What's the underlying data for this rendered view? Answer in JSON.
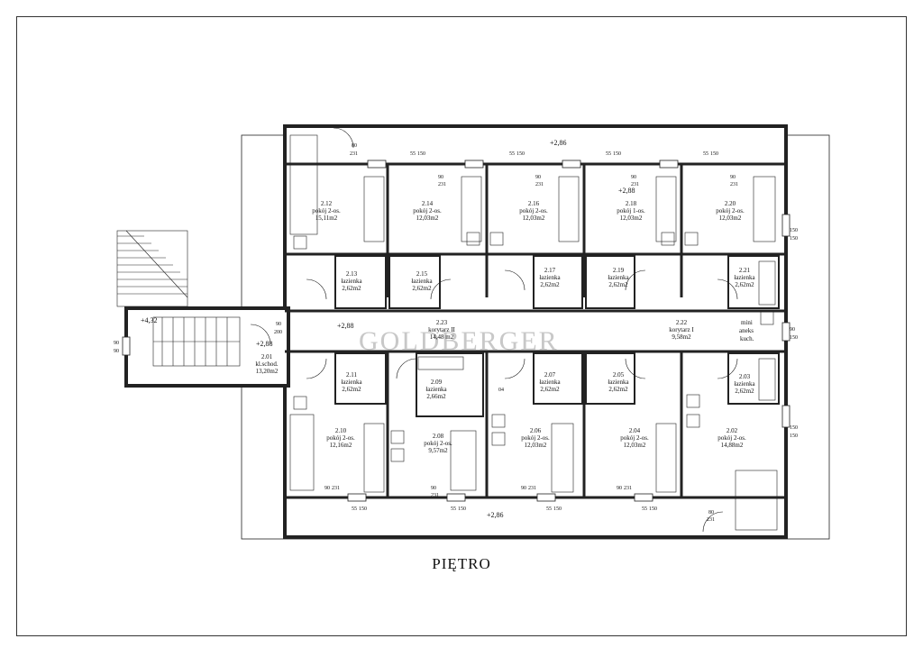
{
  "title": "PIĘTRO",
  "watermark": "GOLDBERGER",
  "rooms": [
    {
      "id": "r212",
      "num": "2.12",
      "name": "pokój 2-os.",
      "area": "15,11m2"
    },
    {
      "id": "r214",
      "num": "2.14",
      "name": "pokój 2-os.",
      "area": "12,03m2"
    },
    {
      "id": "r216",
      "num": "2.16",
      "name": "pokój 2-os.",
      "area": "12,03m2"
    },
    {
      "id": "r218",
      "num": "2.18",
      "name": "pokój 1-os.",
      "area": "12,03m2"
    },
    {
      "id": "r220",
      "num": "2.20",
      "name": "pokój 2-os.",
      "area": "12,03m2"
    },
    {
      "id": "r213",
      "num": "2.13",
      "name": "łazienka",
      "area": "2,62m2"
    },
    {
      "id": "r215",
      "num": "2.15",
      "name": "łazienka",
      "area": "2,62m2"
    },
    {
      "id": "r217",
      "num": "2.17",
      "name": "łazienka",
      "area": "2,62m2"
    },
    {
      "id": "r219",
      "num": "2.19",
      "name": "łazienka",
      "area": "2,62m2"
    },
    {
      "id": "r221",
      "num": "2.21",
      "name": "łazienka",
      "area": "2,62m2"
    },
    {
      "id": "r223",
      "num": "2.23",
      "name": "korytarz II",
      "area": "14,48 m2"
    },
    {
      "id": "r222",
      "num": "2.22",
      "name": "korytarz I",
      "area": "9,58m2"
    },
    {
      "id": "r201",
      "num": "2.01",
      "name": "kl.schod.",
      "area": "13,20m2"
    },
    {
      "id": "r211",
      "num": "2.11",
      "name": "łazienka",
      "area": "2,62m2"
    },
    {
      "id": "r209",
      "num": "2.09",
      "name": "łazienka",
      "area": "2,66m2"
    },
    {
      "id": "r207",
      "num": "2.07",
      "name": "łazienka",
      "area": "2,62m2"
    },
    {
      "id": "r205",
      "num": "2.05",
      "name": "łazienka",
      "area": "2,62m2"
    },
    {
      "id": "r203",
      "num": "2.03",
      "name": "łazienka",
      "area": "2,62m2"
    },
    {
      "id": "r210",
      "num": "2.10",
      "name": "pokój 2-os.",
      "area": "12,16m2"
    },
    {
      "id": "r208",
      "num": "2.08",
      "name": "pokój 2-os.",
      "area": "9,57m2"
    },
    {
      "id": "r206",
      "num": "2.06",
      "name": "pokój 2-os.",
      "area": "12,03m2"
    },
    {
      "id": "r204",
      "num": "2.04",
      "name": "pokój 2-os.",
      "area": "12,03m2"
    },
    {
      "id": "r202",
      "num": "2.02",
      "name": "pokój 2-os.",
      "area": "14,88m2"
    }
  ],
  "kitchenette": [
    "mini",
    "aneks",
    "kuch."
  ],
  "levels": [
    "+2,86",
    "+2,88",
    "+4,32",
    "+2,88",
    "+2,88",
    "+2,86"
  ],
  "dims": {
    "d80_231": [
      "80",
      "231"
    ],
    "d55_150": [
      "55",
      "150"
    ],
    "d90_231": [
      "90",
      "231"
    ],
    "d150_150": [
      "150",
      "150"
    ],
    "d90_200": [
      "90",
      "200"
    ],
    "d90_90": [
      "90",
      "90"
    ],
    "d90_150": [
      "90",
      "150"
    ],
    "d04": "04"
  }
}
